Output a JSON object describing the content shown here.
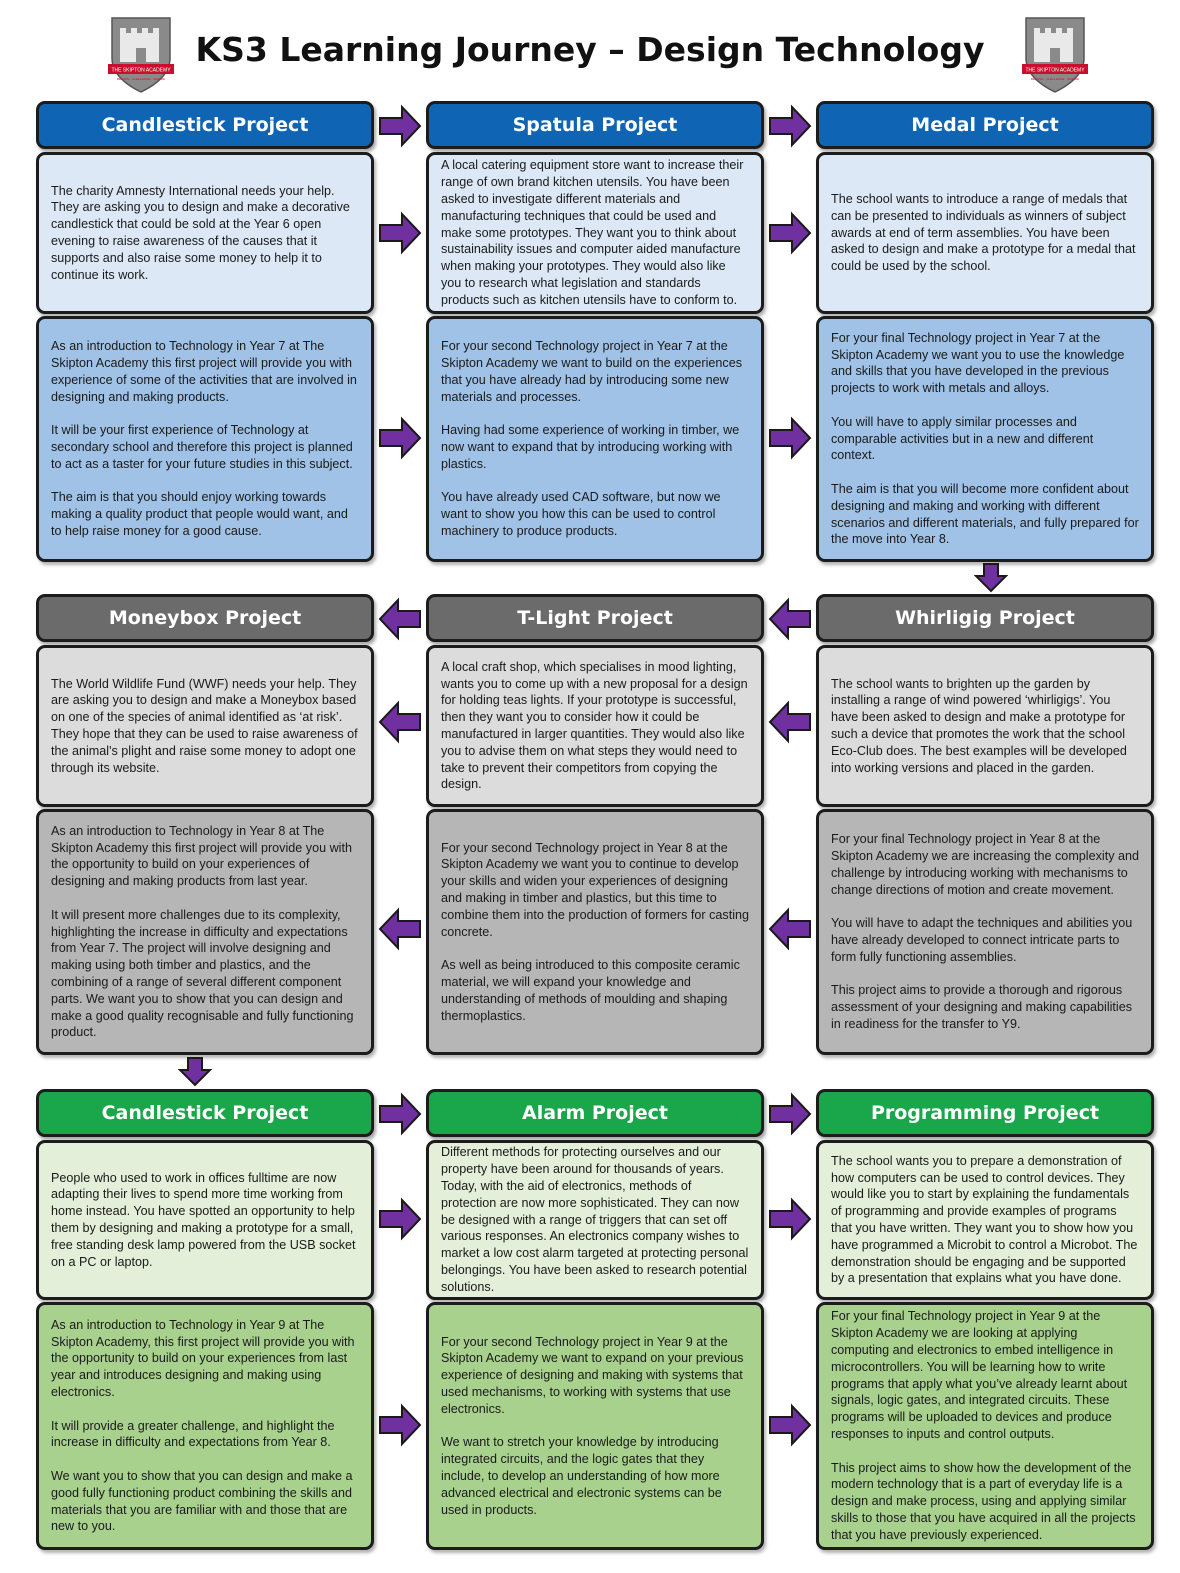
{
  "title": "KS3 Learning Journey – Design Technology",
  "logo": {
    "name": "THE SKIPTON ACADEMY",
    "motto": "BELONG · CHALLENGE · INSPIRE"
  },
  "colors": {
    "arrow": "#7030a0",
    "blue": "#1064b4",
    "grey": "#6b6b6b",
    "green": "#1aa64a"
  },
  "row1": {
    "col1": {
      "title": "Candlestick Project",
      "desc": [
        "The charity Amnesty International needs your help. They are asking you to design and make a decorative candlestick that could be sold at the Year 6 open evening to raise awareness of the causes that it supports and also raise some money to help it to continue its work."
      ],
      "intro": [
        "As an introduction to Technology in Year 7 at The Skipton Academy this first project will provide you with experience of some of the activities that are involved in designing and making products.",
        "It will be your first experience of Technology at secondary school and therefore this project is planned to act as a taster for your future studies in this subject.",
        "The aim is that you should enjoy working towards making a quality product that people would want, and to help raise money for a good cause."
      ]
    },
    "col2": {
      "title": "Spatula Project",
      "desc": [
        "A local catering equipment store want to increase their range of own brand kitchen utensils. You have been asked to investigate different materials and manufacturing techniques that could be used and make some prototypes. They want you to think about sustainability issues and computer aided manufacture when making your prototypes. They would also like you to research what legislation and standards products such as kitchen utensils have to conform to."
      ],
      "intro": [
        "For your second Technology project in Year 7 at the Skipton Academy we want to build on the experiences that you have already had by introducing some new materials and processes.",
        "Having had some experience of working in timber, we now want to expand that by introducing working with plastics.",
        "You have already used CAD software, but now we want to show you how this can be used to control machinery to produce products."
      ]
    },
    "col3": {
      "title": "Medal Project",
      "desc": [
        "The school wants to introduce a range of medals that can be presented to individuals as winners of subject awards at end of term assemblies. You have been asked to design and make a prototype for a medal that could be used by the school."
      ],
      "intro": [
        "For your final Technology project in Year 7 at the Skipton Academy we want you to use the knowledge and skills that you have developed in the previous projects to work with metals and alloys.",
        "You will have to apply similar processes and comparable activities but in a new and different context.",
        "The aim is that you will become more confident about designing and making and working with different scenarios and different materials, and fully prepared for the move into Year 8."
      ]
    }
  },
  "row2": {
    "col1": {
      "title": "Moneybox Project",
      "desc": [
        "The World Wildlife Fund (WWF) needs your help. They are asking you to design and make a Moneybox based on one of the species of animal identified as ‘at risk’. They hope that they can be used to raise awareness of the animal's plight and raise some money to adopt one through its website."
      ],
      "intro": [
        "As an introduction to Technology in Year 8 at The Skipton Academy this first project will provide you with the opportunity to build on your experiences of designing and making products from last year.",
        "It will present more challenges due to its complexity, highlighting the increase in difficulty and expectations from Year 7. The project will involve designing and making using both timber and plastics, and the combining of a range of several different component parts.  We want you to show that you can design and make a good quality recognisable and fully functioning product."
      ]
    },
    "col2": {
      "title": "T-Light Project",
      "desc": [
        "A local craft shop, which specialises in mood lighting, wants you to come up with a new proposal for a design for holding teas lights. If your prototype is successful, then they want you to consider how it could be manufactured in larger quantities. They would also like you to advise them on what steps they would need to take to prevent their competitors from copying the design."
      ],
      "intro": [
        "For your second Technology project in Year 8 at the Skipton Academy we want you to continue to develop your skills and widen your experiences of designing and making in timber and plastics, but this time to combine them into the production of formers for casting concrete.",
        "As well as being introduced to this composite ceramic material, we will expand your knowledge and understanding of methods of moulding and shaping thermoplastics."
      ]
    },
    "col3": {
      "title": "Whirligig Project",
      "desc": [
        "The school wants to brighten up the garden by installing a range of wind powered ‘whirligigs’. You have been asked to design and make a prototype for such a device that promotes the work that the school Eco-Club does. The best examples will be developed into working versions and placed in the garden."
      ],
      "intro": [
        "For your final Technology project in Year 8 at the Skipton Academy we are increasing the complexity and challenge by introducing working with mechanisms to change directions of motion and create movement.",
        "You will have to adapt the techniques and abilities you have already developed to connect intricate parts to form fully functioning assemblies.",
        "This project aims to provide a thorough and rigorous assessment of your designing and making capabilities in readiness for the transfer to Y9."
      ]
    }
  },
  "row3": {
    "col1": {
      "title": "Candlestick Project",
      "desc": [
        "People who used to work in offices fulltime are now adapting their lives to spend more time working from home instead. You have spotted an opportunity to help them by designing and making a prototype for a small, free standing desk lamp powered from the USB socket on a PC or laptop."
      ],
      "intro": [
        "As an introduction to Technology in Year 9 at The Skipton Academy, this first project will provide you with the opportunity to build on your experiences from last year and introduces designing and making using electronics.",
        "It will provide a greater challenge, and highlight the increase in difficulty and expectations from Year 8.",
        "We want you to show that you can design and make a good fully functioning product combining the skills and materials that you are familiar with and those that are new to you."
      ]
    },
    "col2": {
      "title": "Alarm Project",
      "desc": [
        "Different methods for protecting ourselves and our property have been around for thousands of years. Today, with the aid of electronics, methods of protection are now more sophisticated. They can now be designed with a range of triggers that can set off various responses. An electronics company wishes to market a low cost alarm targeted at protecting personal belongings. You have been asked to research potential solutions."
      ],
      "intro": [
        "For your second Technology project in Year 9 at the Skipton Academy we want to expand on your previous experience of designing and making with systems that used mechanisms, to working with systems that use electronics.",
        "We want to stretch your knowledge by introducing integrated circuits, and the logic gates that they include, to develop an understanding of how more advanced electrical and electronic systems can be used in products."
      ]
    },
    "col3": {
      "title": "Programming Project",
      "desc": [
        "The school wants you to prepare a demonstration of how computers can be used to control devices. They would like you to start by explaining the fundamentals of programming and provide examples of programs that you have written.  They want you to show how you have programmed a Microbit to control a Microbot. The demonstration should be engaging and be supported by a presentation that explains what you have done."
      ],
      "intro": [
        "For your final Technology project in Year 9 at the Skipton Academy we are looking at applying computing and electronics to embed intelligence in microcontrollers. You will be learning how to write programs that apply what you’ve already learnt about signals, logic gates, and integrated circuits. These programs will be uploaded to devices and produce responses to inputs and control outputs.",
        "This project aims to show how the development of the modern technology that is a part of everyday life is a design and make process, using and applying similar skills to those that you have acquired in all the projects that you have previously experienced."
      ]
    }
  }
}
